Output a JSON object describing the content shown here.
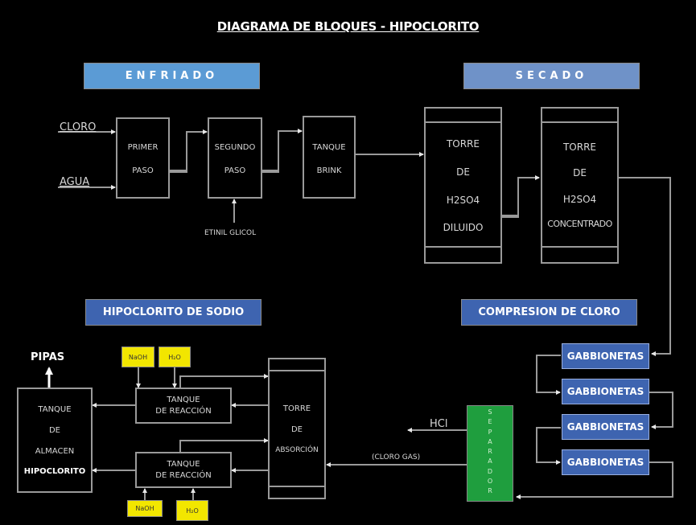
{
  "title": "DIAGRAMA DE BLOQUES - HIPOCLORITO",
  "sections": {
    "enfriado": "ENFRIADO",
    "secado": "SECADO",
    "hipoclorito_de_sodio": "HIPOCLORITO DE SODIO",
    "compresion_de_cloro": "COMPRESION DE CLORO"
  },
  "inputs": {
    "cloro": "CLORO",
    "agua": "AGUA",
    "etinil_glicol": "ETINIL GLICOL"
  },
  "blocks": {
    "primer_paso": [
      "PRIMER",
      "PASO"
    ],
    "segundo_paso": [
      "SEGUNDO",
      "PASO"
    ],
    "tanque_brink": [
      "TANQUE",
      "BRINK"
    ],
    "torre_diluido": [
      "TORRE",
      "DE",
      "H2SO4",
      "DILUIDO"
    ],
    "torre_concentrado": [
      "TORRE",
      "DE",
      "H2SO4",
      "CONCENTRADO"
    ],
    "torre_absorcion": [
      "TORRE",
      "DE",
      "ABSORCIÓN"
    ],
    "tanque_reaccion_1": [
      "TANQUE",
      "DE REACCIÓN"
    ],
    "tanque_reaccion_2": [
      "TANQUE",
      "DE REACCIÓN"
    ],
    "tanque_almacen": [
      "TANQUE",
      "DE",
      "ALMACEN",
      "HIPOCLORITO"
    ]
  },
  "gabbionetas": [
    "GABBIONETAS",
    "GABBIONETAS",
    "GABBIONETAS",
    "GABBIONETAS"
  ],
  "separador": "SEPARADOR",
  "reagents": {
    "top_naoh": "NaOH",
    "top_h2o": "H₂O",
    "bottom_naoh": "NaOH",
    "bottom_h2o": "H₂O"
  },
  "outputs": {
    "pipas": "PIPAS",
    "hcl": "HCl",
    "cloro_gas": "(CLORO GAS)"
  },
  "colors": {
    "enfriado": "#5b9bd5",
    "secado": "#6f92c8",
    "section_blue": "#3e64b0",
    "separador": "#1f9e3e",
    "reagent": "#f2e600",
    "line": "#9a9a9a"
  }
}
